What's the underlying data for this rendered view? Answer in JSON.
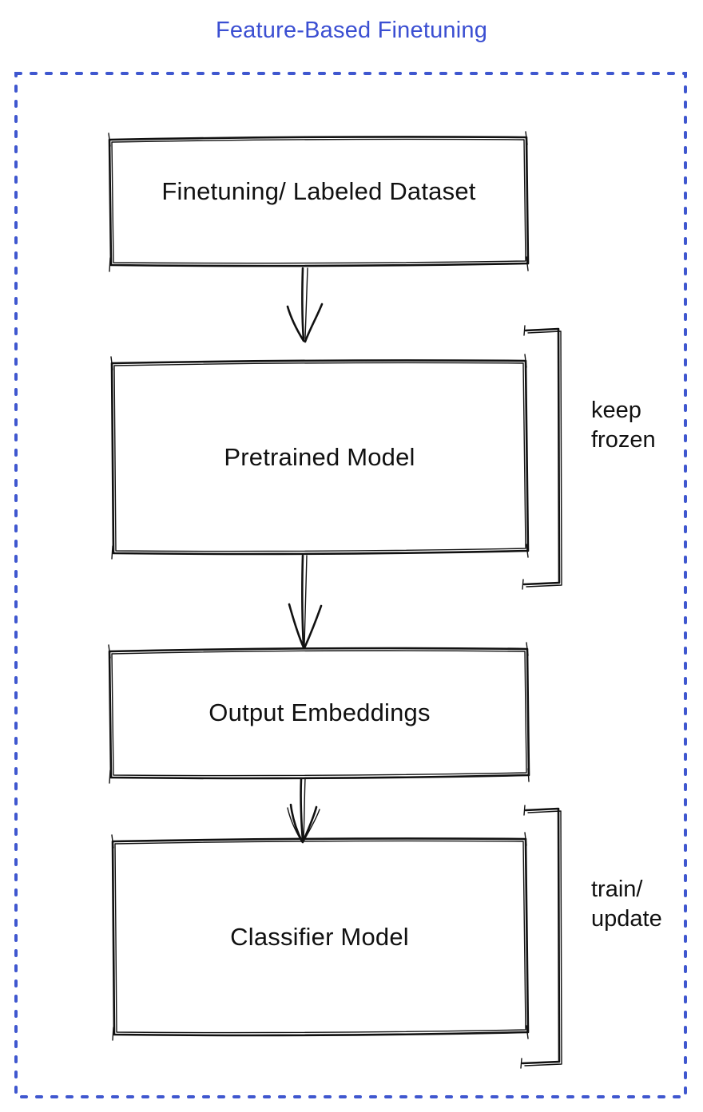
{
  "title": {
    "text": "Feature-Based Finetuning",
    "color": "#3b4fd2"
  },
  "colors": {
    "border_dotted": "#3f57cf",
    "stroke": "#111111",
    "box_gray": "#868e96",
    "box_blue": "#4a6df0",
    "box_green": "#40c057",
    "label_text": "#111111"
  },
  "diagram": {
    "nodes": [
      {
        "id": "dataset",
        "label": "Finetuning/ Labeled Dataset",
        "fill_key": "box_gray"
      },
      {
        "id": "pretrained",
        "label": "Pretrained Model",
        "fill_key": "box_blue"
      },
      {
        "id": "embeddings",
        "label": "Output Embeddings",
        "fill_key": "box_gray"
      },
      {
        "id": "classifier",
        "label": "Classifier Model",
        "fill_key": "box_green"
      }
    ],
    "edges": [
      {
        "from": "dataset",
        "to": "pretrained",
        "style": "double-line-arrow"
      },
      {
        "from": "pretrained",
        "to": "embeddings",
        "style": "double-line-arrow"
      },
      {
        "from": "embeddings",
        "to": "classifier",
        "style": "double-line-arrow"
      }
    ],
    "annotations": [
      {
        "target": "pretrained",
        "label": "keep\nfrozen",
        "bracket": "right"
      },
      {
        "target": "classifier",
        "label": "train/\nupdate",
        "bracket": "right"
      }
    ]
  }
}
